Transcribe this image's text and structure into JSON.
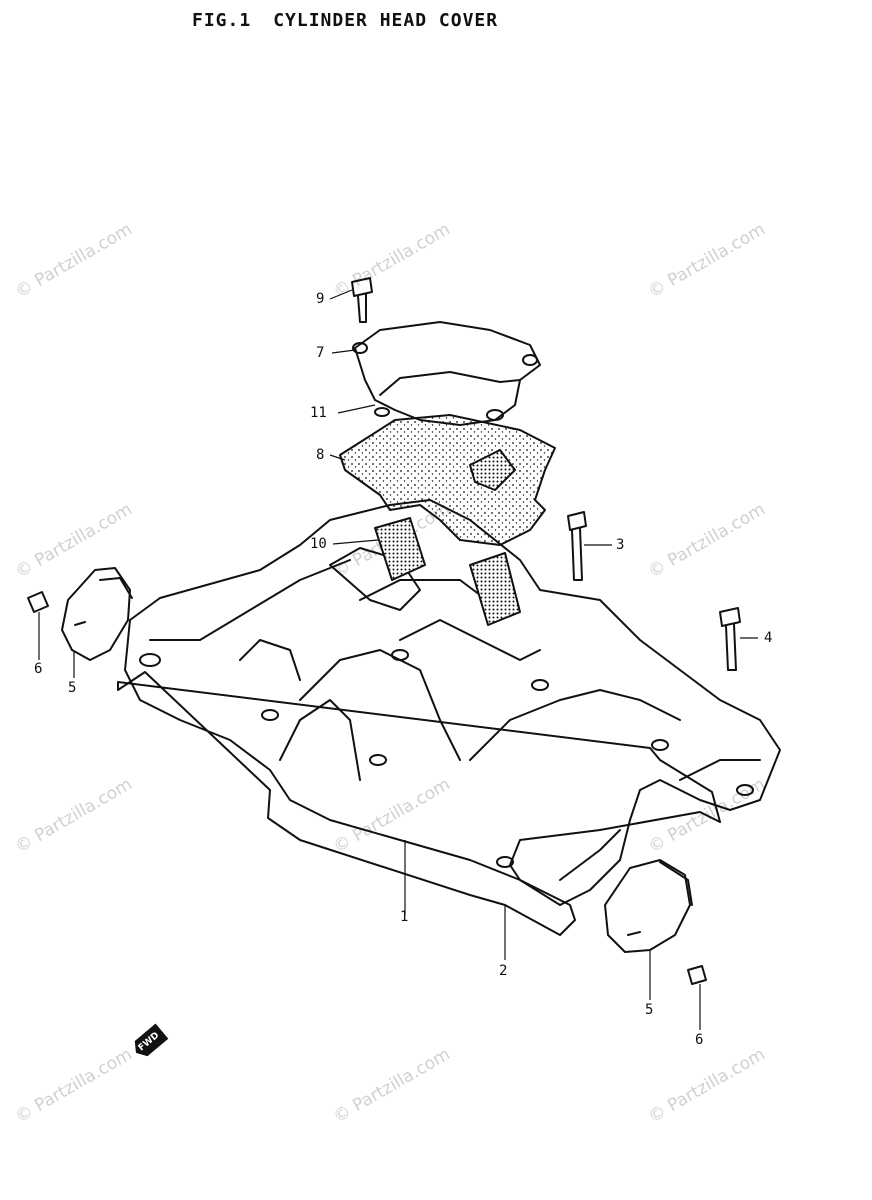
{
  "figure": {
    "number": "FIG.1",
    "title": "CYLINDER HEAD COVER"
  },
  "watermark": "© Partzilla.com",
  "forward_marker": "FWD",
  "callouts": [
    {
      "id": "c9",
      "label": "9"
    },
    {
      "id": "c7",
      "label": "7"
    },
    {
      "id": "c11",
      "label": "11"
    },
    {
      "id": "c8",
      "label": "8"
    },
    {
      "id": "c10",
      "label": "10"
    },
    {
      "id": "c3",
      "label": "3"
    },
    {
      "id": "c4",
      "label": "4"
    },
    {
      "id": "c6a",
      "label": "6"
    },
    {
      "id": "c5a",
      "label": "5"
    },
    {
      "id": "c1",
      "label": "1"
    },
    {
      "id": "c2",
      "label": "2"
    },
    {
      "id": "c5b",
      "label": "5"
    },
    {
      "id": "c6b",
      "label": "6"
    }
  ],
  "colors": {
    "ink": "#111111",
    "watermark": "#d0d0d0",
    "background": "#ffffff"
  }
}
